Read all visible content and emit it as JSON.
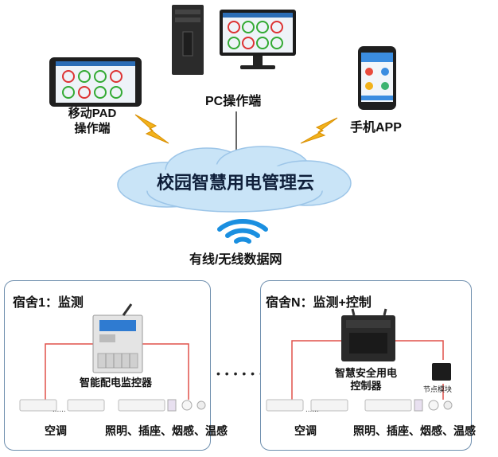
{
  "terminals": {
    "pc_label": "PC操作端",
    "pad_label_line1": "移动PAD",
    "pad_label_line2": "操作端",
    "phone_label": "手机APP"
  },
  "cloud": {
    "label": "校园智慧用电管理云"
  },
  "network": {
    "label": "有线/无线数据网"
  },
  "dorm1": {
    "title": "宿舍1：监测",
    "device_label": "智能配电监控器",
    "ac_label": "空调",
    "ac_dots": "......",
    "loads_label": "照明、插座、烟感、温感"
  },
  "link_dots": "• • • • • •",
  "dormN": {
    "title": "宿舍N：监测+控制",
    "device_label_line1": "智慧安全用电",
    "device_label_line2": "控制器",
    "node_label": "节点模块",
    "ac_label": "空调",
    "ac_dots": "......",
    "loads_label": "照明、插座、烟感、温感"
  },
  "colors": {
    "cloud_fill": "#c9e4f7",
    "wifi_blue": "#1a8fe0",
    "lightning": "#f2b21b",
    "wire_red": "#e0504a",
    "box_border": "#6f8fae"
  }
}
